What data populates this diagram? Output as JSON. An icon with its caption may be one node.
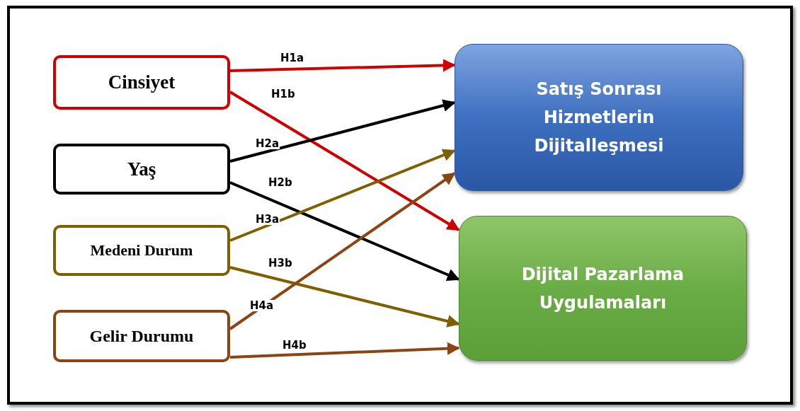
{
  "diagram": {
    "nodes": [
      {
        "text": [
          "Cinsiyet"
        ]
      },
      {
        "text": [
          "Yaş"
        ]
      },
      {
        "text": [
          "Medeni Durum"
        ]
      },
      {
        "text": [
          "Gelir Durumu"
        ]
      },
      {
        "text": [
          "Satış Sonrası Hizmetlerin Dijitalleşmesi"
        ]
      },
      {
        "text": [
          "Dijital Pazarlama Uygulamaları"
        ]
      }
    ],
    "edges": [
      {
        "from": 0,
        "to": 4,
        "arrow": "to",
        "label": "H1a",
        "color": "#d00000"
      },
      {
        "from": 0,
        "to": 5,
        "arrow": "to",
        "label": "H1b",
        "color": "#d00000"
      },
      {
        "from": 1,
        "to": 4,
        "arrow": "to",
        "label": "H2a",
        "color": "#000000"
      },
      {
        "from": 1,
        "to": 5,
        "arrow": "to",
        "label": "H2b",
        "color": "#000000"
      },
      {
        "from": 2,
        "to": 4,
        "arrow": "to",
        "label": "H3a",
        "color": "#7f6000"
      },
      {
        "from": 2,
        "to": 5,
        "arrow": "to",
        "label": "H3b",
        "color": "#7f6000"
      },
      {
        "from": 3,
        "to": 4,
        "arrow": "to",
        "label": "H4a",
        "color": "#8b4513"
      },
      {
        "from": 3,
        "to": 5,
        "arrow": "to",
        "label": "H4b",
        "color": "#8b4513"
      }
    ]
  }
}
